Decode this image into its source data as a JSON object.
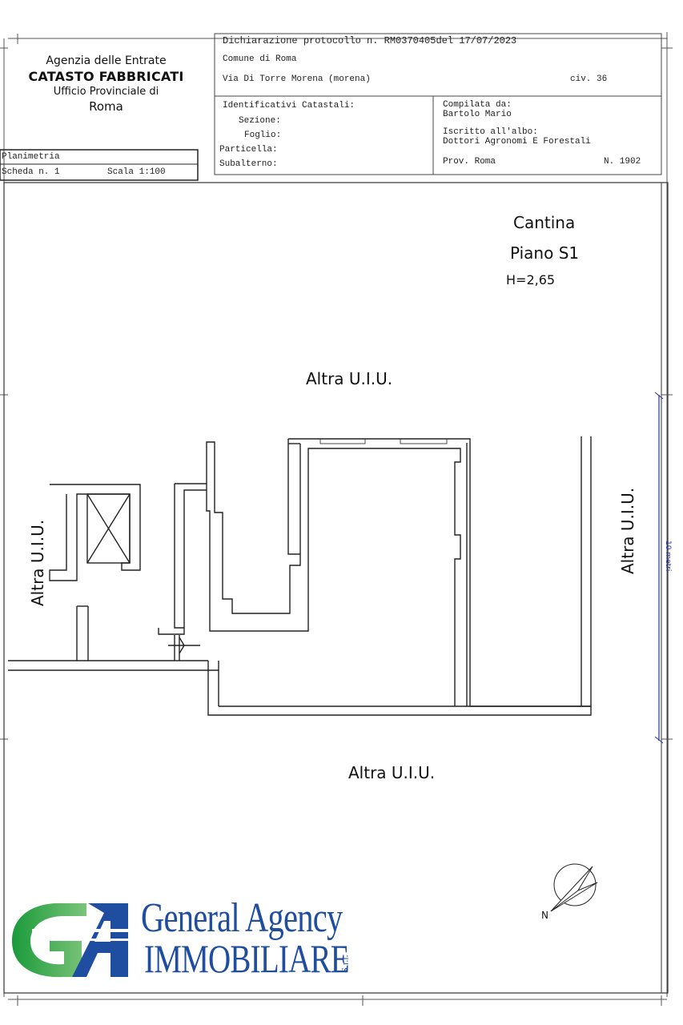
{
  "header": {
    "agency_name": "Agenzia delle Entrate",
    "catasto": "CATASTO FABBRICATI",
    "ufficio": "Ufficio Provinciale di",
    "city": "Roma",
    "dichiarazione": "Dichiarazione protocollo n. RM0370405del  17/07/2023",
    "comune": "Comune di Roma",
    "via": "Via Di Torre Morena (morena)",
    "civ": "civ. 36",
    "identificativi": "Identificativi Catastali:",
    "sezione": "Sezione:",
    "foglio": "Foglio:",
    "particella": "Particella:",
    "subalterno": "Subalterno:",
    "compilata": "Compilata da:",
    "compilatore": "Bartolo Mario",
    "iscritto": "Iscritto all'albo:",
    "albo": "Dottori Agronomi E Forestali",
    "prov": "Prov. Roma",
    "numero": "N. 1902",
    "planimetria": "Planimetria",
    "scheda": "Scheda n. 1",
    "scala": "Scala 1:100"
  },
  "plan": {
    "title1": "Cantina",
    "title2": "Piano S1",
    "height": "H=2,65",
    "altra_top": "Altra U.I.U.",
    "altra_left": "Altra U.I.U.",
    "altra_right": "Altra U.I.U.",
    "altra_bottom": "Altra U.I.U.",
    "scale_label": "10 metri",
    "north": "N"
  },
  "logo": {
    "line1": "General Agency",
    "line2": "IMMOBILIARE",
    "srl": "S.r.l.",
    "colors": {
      "blue": "#1f4ea0",
      "green": "#1a9a3a"
    }
  }
}
